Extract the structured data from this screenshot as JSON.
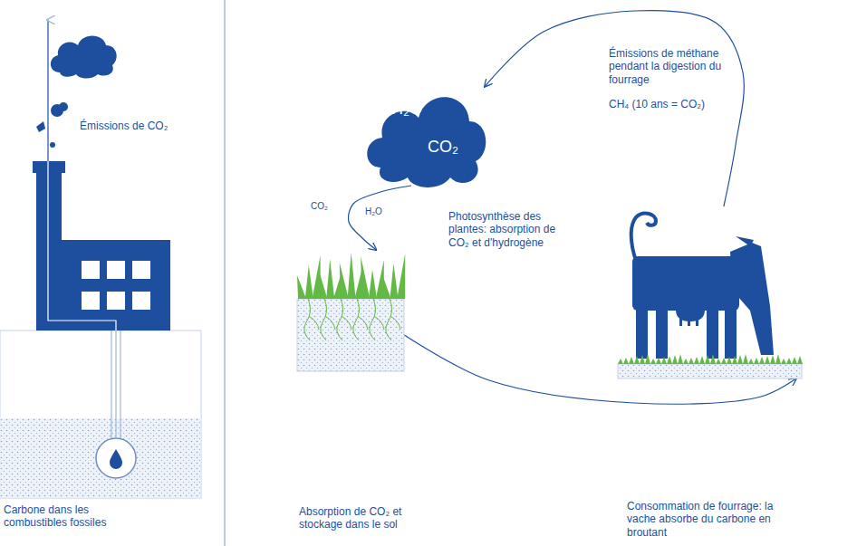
{
  "diagram": {
    "nodes": [
      {
        "text": [
          "H₂O",
          "CO₂"
        ]
      },
      {
        "text": [
          "Absorption de CO₂ et stockage dans le sol"
        ]
      },
      {
        "text": [
          "Consommation de fourrage: la vache absorbe du carbone en broutant"
        ]
      }
    ],
    "edges": [
      {
        "from": 0,
        "to": 1,
        "arrow": "to",
        "label": "Photosynthèse des plantes: absorption de CO₂ et d'hydrogène"
      },
      {
        "from": 1,
        "to": 2,
        "arrow": "to"
      },
      {
        "from": 2,
        "to": 0,
        "arrow": "to",
        "label": "Émissions de méthane pendant la digestion du fourrage"
      }
    ],
    "labels": [
      "Émissions de CO₂",
      "Carbone dans les combustibles fossiles",
      "CO₂",
      "H₂O",
      "CH₄ (10 ans = CO₂)"
    ]
  }
}
